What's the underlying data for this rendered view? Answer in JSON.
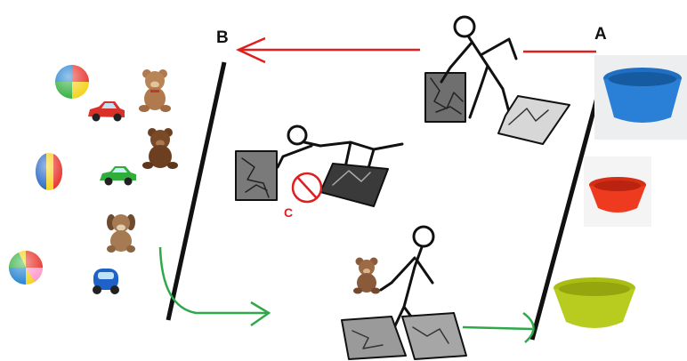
{
  "labels": {
    "a": "A",
    "b": "B",
    "c": "C"
  },
  "colors": {
    "line_red": "#e01e1e",
    "line_green": "#2ea84a",
    "ink": "#111111",
    "tub_blue": "#2a7fd6",
    "tub_red": "#ee3a1e",
    "tub_green": "#b7cc1e",
    "bear": "#8a5a3a",
    "car_red": "#d9302a",
    "car_green": "#2fae3c",
    "car_blue": "#1e62c8"
  },
  "icons": {
    "balls": "beach-ball-icon",
    "cars": "toy-car-icon",
    "bears": "teddy-bear-icon",
    "tubs": "bucket-tub-icon",
    "figures": "crawling-person-icon",
    "prohibited": "no-entry-icon"
  }
}
